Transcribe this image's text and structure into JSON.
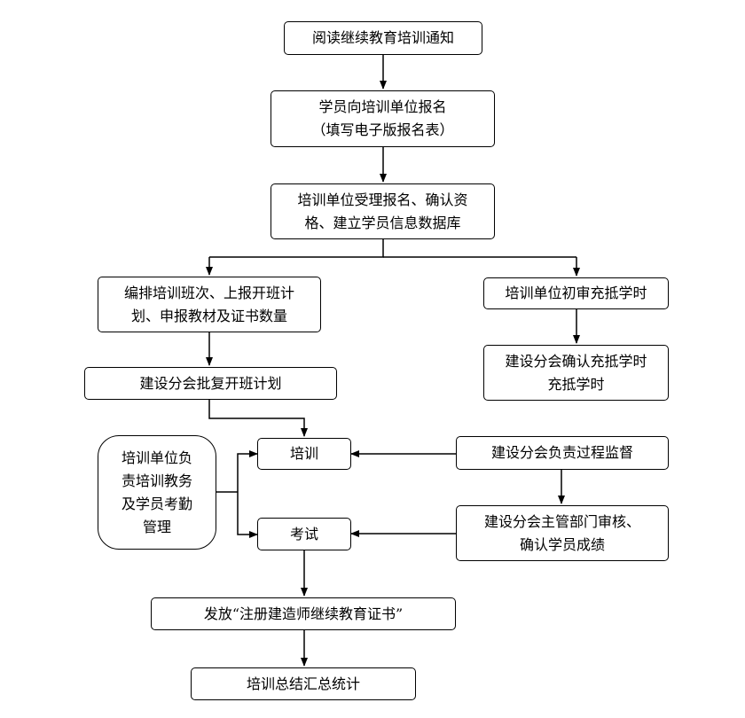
{
  "nodes": {
    "read_notice": [
      "阅读继续教育培训通知"
    ],
    "register": [
      "学员向培训单位报名",
      "（填写电子版报名表）"
    ],
    "accept": [
      "培训单位受理报名、确认资",
      "格、建立学员信息数据库"
    ],
    "schedule": [
      "编排培训班次、上报开班计",
      "划、申报教材及证书数量"
    ],
    "approve_plan": [
      "建设分会批复开班计划"
    ],
    "initial_review": [
      "培训单位初审充抵学时"
    ],
    "confirm_hours": [
      "建设分会确认充抵学时",
      "充抵学时"
    ],
    "management": [
      "培训单位负",
      "责培训教务",
      "及学员考勤",
      "管理"
    ],
    "training": [
      "培训"
    ],
    "supervision": [
      "建设分会负责过程监督"
    ],
    "exam": [
      "考试"
    ],
    "audit": [
      "建设分会主管部门审核、",
      "确认学员成绩"
    ],
    "certificate": [
      "发放“注册建造师继续教育证书”"
    ],
    "summary": [
      "培训总结汇总统计"
    ]
  }
}
